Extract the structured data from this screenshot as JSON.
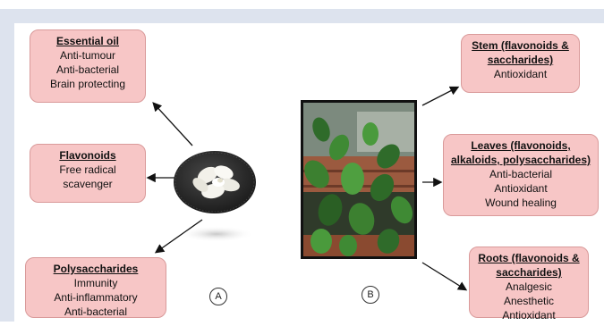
{
  "left_panel": {
    "essential_oil": {
      "title": "Essential oil",
      "lines": [
        "Anti-tumour",
        "Anti-bacterial",
        "Brain protecting"
      ]
    },
    "flavonoids": {
      "title": "Flavonoids",
      "lines": [
        "Free radical",
        "scavenger"
      ]
    },
    "polysaccharides": {
      "title": "Polysaccharides",
      "lines": [
        "Immunity",
        "Anti-inflammatory",
        "Anti-bacterial"
      ]
    },
    "label": "A"
  },
  "right_panel": {
    "stem": {
      "title_lines": [
        "Stem (flavonoids &",
        "saccharides)"
      ],
      "lines": [
        "Antioxidant"
      ]
    },
    "leaves": {
      "title_lines": [
        "Leaves (flavonoids,",
        "alkaloids, polysaccharides)"
      ],
      "lines": [
        "Anti-bacterial",
        "Antioxidant",
        "Wound healing"
      ]
    },
    "roots": {
      "title_lines": [
        "Roots (flavonoids &",
        "saccharides)"
      ],
      "lines": [
        "Analgesic",
        "Anesthetic",
        "Antioxidant"
      ]
    },
    "label": "B"
  },
  "colors": {
    "box_fill": "#f7c6c6",
    "box_border": "#d99a9a",
    "frame": "#dde3ee"
  }
}
